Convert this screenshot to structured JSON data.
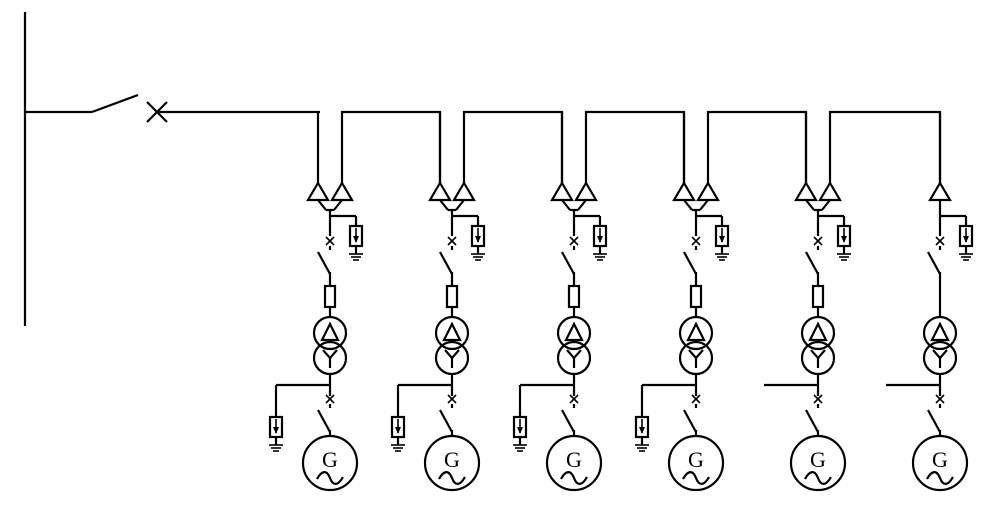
{
  "diagram": {
    "colors": {
      "line": "#000000",
      "background": "#ffffff"
    },
    "main_switch": {
      "type": "circuit-breaker-switch",
      "state": "open"
    },
    "units": [
      {
        "generator_label": "G",
        "feeds": 2,
        "tap_side": "left",
        "tap_arrester": true,
        "surge_arrester": true,
        "fuse": true
      },
      {
        "generator_label": "G",
        "feeds": 2,
        "tap_side": "left",
        "tap_arrester": true,
        "surge_arrester": true,
        "fuse": true
      },
      {
        "generator_label": "G",
        "feeds": 2,
        "tap_side": "left",
        "tap_arrester": true,
        "surge_arrester": true,
        "fuse": true
      },
      {
        "generator_label": "G",
        "feeds": 2,
        "tap_side": "left",
        "tap_arrester": true,
        "surge_arrester": true,
        "fuse": true
      },
      {
        "generator_label": "G",
        "feeds": 2,
        "tap_side": "left",
        "tap_arrester": false,
        "surge_arrester": true,
        "fuse": true
      },
      {
        "generator_label": "G",
        "feeds": 1,
        "tap_side": "left",
        "tap_arrester": false,
        "surge_arrester": true,
        "fuse": false
      }
    ]
  }
}
